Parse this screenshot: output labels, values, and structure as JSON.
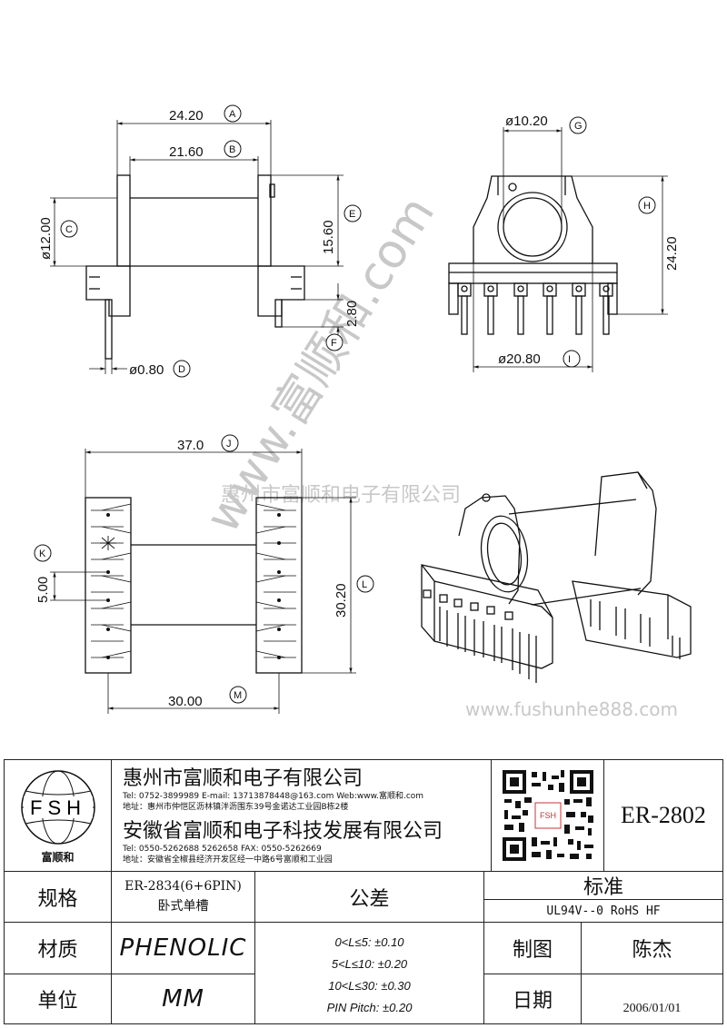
{
  "dimensions": {
    "A": {
      "value": "24.20",
      "letter": "A"
    },
    "B": {
      "value": "21.60",
      "letter": "B"
    },
    "C": {
      "value": "ø12.00",
      "letter": "C"
    },
    "E": {
      "value": "15.60",
      "letter": "E"
    },
    "F": {
      "value": "2.80",
      "letter": "F"
    },
    "D": {
      "value": "ø0.80",
      "letter": "D"
    },
    "G": {
      "value": "ø10.20",
      "letter": "G"
    },
    "H": {
      "value": "24.20",
      "letter": "H"
    },
    "I": {
      "value": "ø20.80",
      "letter": "I"
    },
    "J": {
      "value": "37.0",
      "letter": "J"
    },
    "K": {
      "value": "5.00",
      "letter": "K"
    },
    "L": {
      "value": "30.20",
      "letter": "L"
    },
    "M": {
      "value": "30.00",
      "letter": "M"
    }
  },
  "watermark": {
    "url_diag": "www.富顺和.com",
    "company": "惠州市富顺和电子有限公司",
    "site": "www.fushunhe888.com"
  },
  "title_block": {
    "logo": {
      "letters": "FSH",
      "caption": "富顺和"
    },
    "company1": {
      "name": "惠州市富顺和电子有限公司",
      "contact": "Tel:  0752-3899989   E-mail: 13713878448@163.com   Web:www.富顺和.com",
      "address": "地址：惠州市仲恺区沥林镇泮沥围东39号金诺达工业园B栋2楼"
    },
    "company2": {
      "name": "安徽省富顺和电子科技发展有限公司",
      "contact": "Tel:  0550-5262688  5262658      FAX:  0550-5262669",
      "address": "地址：安徽省全椒县经济开发区经一中路6号富顺和工业园"
    },
    "qr": {
      "text": "FSH"
    },
    "part_number": "ER-2802",
    "rows": {
      "spec_label": "规格",
      "spec_value1": "ER-2834(6+6PIN)",
      "spec_value2": "卧式单槽",
      "tolerance_label": "公差",
      "standard_label": "标准",
      "standard_value": "UL94V--0  RoHS HF",
      "material_label": "材质",
      "material_value": "PHENOLIC",
      "unit_label": "单位",
      "unit_value": "MM",
      "tolerances": [
        "0<L≤5: ±0.10",
        "5<L≤10: ±0.20",
        "10<L≤30: ±0.30",
        "PIN Pitch: ±0.20"
      ],
      "drawn_label": "制图",
      "drawn_value": "陈杰",
      "date_label": "日期",
      "date_value": "2006/01/01"
    }
  }
}
